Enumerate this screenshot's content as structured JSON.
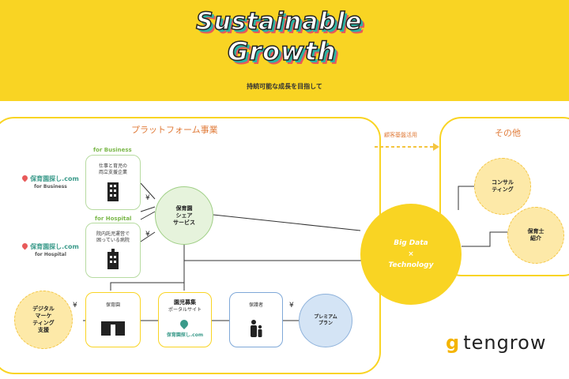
{
  "header": {
    "logo_line1": "Sustainable",
    "logo_line2": "Growth",
    "subtitle": "持続可能な成長を目指して"
  },
  "platform": {
    "title": "プラットフォーム事業",
    "business": {
      "label": "for Business",
      "logo_name": "保育園探し.com",
      "logo_sub": "for Business",
      "card_text": [
        "仕事と育児の",
        "両立支援企業"
      ]
    },
    "hospital": {
      "label": "for Hospital",
      "logo_name": "保育園探し.com",
      "logo_sub": "for Hospital",
      "card_text": [
        "院内託児運営で",
        "困っている病院"
      ]
    },
    "share_service": [
      "保育園",
      "シェア",
      "サービス"
    ],
    "digital_marketing": [
      "デジタル",
      "マーケ",
      "ティング",
      "支援"
    ],
    "nursery_label": "保育園",
    "portal": {
      "title": [
        "園児募集",
        "ポータルサイト"
      ],
      "logo_name": "保育園探し.com"
    },
    "guardian_label": "保護者",
    "premium": [
      "プレミアム",
      "プラン"
    ],
    "yen": "¥"
  },
  "customer_arrow_label": "顧客基盤活用",
  "big_data": [
    "Big Data",
    "×",
    "Technology"
  ],
  "other": {
    "title": "その他",
    "consulting": [
      "コンサル",
      "ティング"
    ],
    "childcare_referral": [
      "保育士",
      "紹介"
    ]
  },
  "brand": {
    "glyph": "g",
    "name": "tengrow"
  },
  "colors": {
    "banner": "#f9d423",
    "accent_orange": "#e07b39",
    "green": "#7bb84a",
    "blue": "#7fa8d8"
  }
}
